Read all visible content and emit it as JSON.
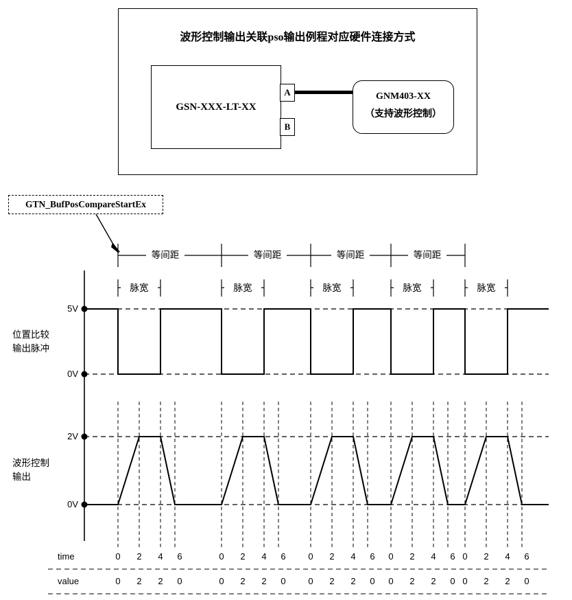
{
  "hardware": {
    "title": "波形控制输出关联pso输出例程对应硬件连接方式",
    "controller_label": "GSN-XXX-LT-XX",
    "port_a": "A",
    "port_b": "B",
    "drive_line1": "GNM403-XX",
    "drive_line2": "（支持波形控制）"
  },
  "callout": {
    "label": "GTN_BufPosCompareStartEx"
  },
  "chart_data": {
    "type": "line",
    "title": "",
    "interval_labels": [
      "等间距",
      "等间距",
      "等间距",
      "等间距"
    ],
    "pulse_width_labels": [
      "脉宽",
      "脉宽",
      "脉宽",
      "脉宽",
      "脉宽"
    ],
    "signals": [
      {
        "name": "位置比较输出脉冲",
        "label_line1": "位置比较",
        "label_line2": "输出脉冲",
        "y_ticks": [
          "5V",
          "0V"
        ],
        "high_value": "5V",
        "low_value": "0V",
        "pulse_count": 5,
        "waveform": "square"
      },
      {
        "name": "波形控制输出",
        "label_line1": "波形控制",
        "label_line2": "输出",
        "y_ticks": [
          "2V",
          "0V"
        ],
        "high_value": "2V",
        "low_value": "0V",
        "pulse_count": 5,
        "waveform": "trapezoid"
      }
    ],
    "table": {
      "row_labels": [
        "time",
        "value"
      ],
      "groups": [
        {
          "time": [
            "0",
            "2",
            "4",
            "6"
          ],
          "value": [
            "0",
            "2",
            "2",
            "0"
          ]
        },
        {
          "time": [
            "0",
            "2",
            "4",
            "6"
          ],
          "value": [
            "0",
            "2",
            "2",
            "0"
          ]
        },
        {
          "time": [
            "0",
            "2",
            "4",
            "6"
          ],
          "value": [
            "0",
            "2",
            "2",
            "0"
          ]
        },
        {
          "time": [
            "0",
            "2",
            "4",
            "6"
          ],
          "value": [
            "0",
            "2",
            "2",
            "0"
          ]
        },
        {
          "time": [
            "0",
            "2",
            "4",
            "6"
          ],
          "value": [
            "0",
            "2",
            "2",
            "0"
          ]
        }
      ]
    }
  }
}
